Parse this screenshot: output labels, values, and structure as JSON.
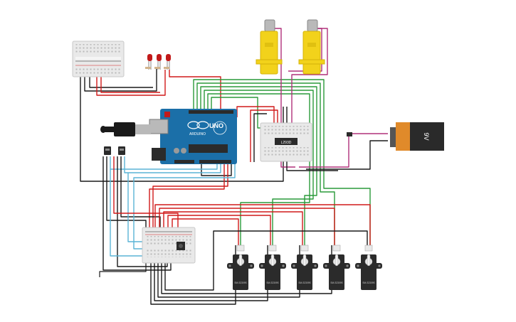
{
  "battery": {
    "label": "9V"
  },
  "driver": {
    "label": "L293D"
  },
  "arduino": {
    "logo": "UNO",
    "brand": "ARDUINO"
  },
  "servos": [
    {
      "label": "SM-S2309S"
    },
    {
      "label": "SM-S2309S"
    },
    {
      "label": "SM-S2309S"
    },
    {
      "label": "SM-S2309S"
    },
    {
      "label": "SM-S2309S"
    }
  ],
  "colors": {
    "wire_black": "#1a1a1a",
    "wire_red": "#d11a1a",
    "wire_green": "#2a9a3a",
    "wire_cyan": "#5ab4d6",
    "wire_magenta": "#b0307a",
    "wire_gray": "#9a9a9a",
    "arduino_blue": "#1b6fa8",
    "motor_yellow": "#f2d21b",
    "battery_orange": "#e08a2a",
    "battery_black": "#2a2a2a"
  }
}
